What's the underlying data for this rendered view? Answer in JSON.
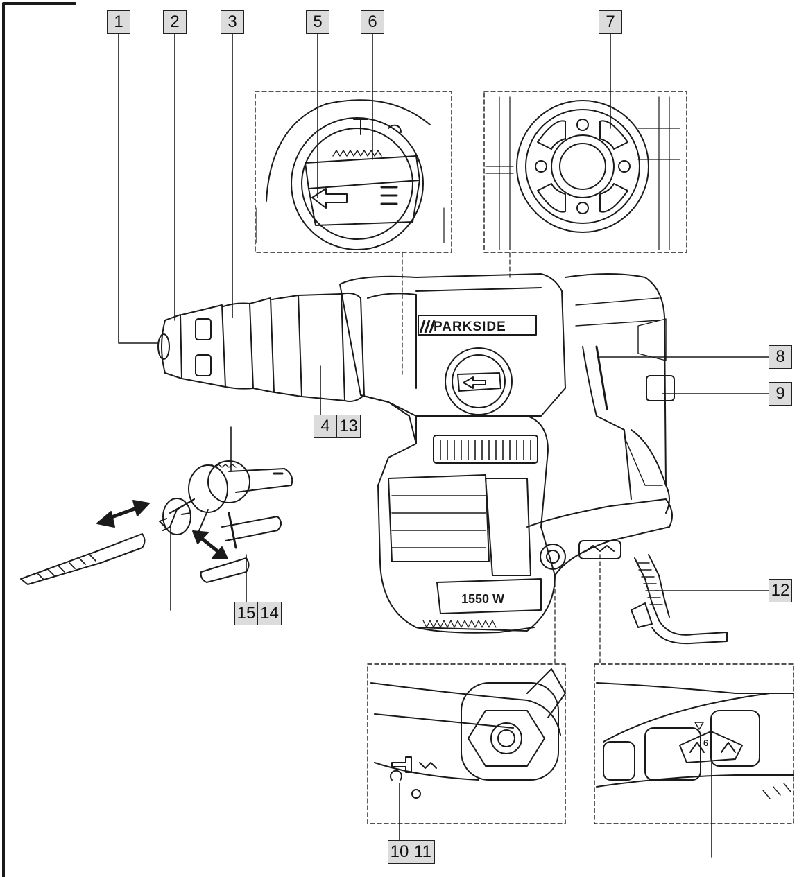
{
  "figure": {
    "brand": "PARKSIDE",
    "wattage": "1550 W",
    "callouts": [
      {
        "id": "c1",
        "cells": [
          "1"
        ]
      },
      {
        "id": "c2",
        "cells": [
          "2"
        ]
      },
      {
        "id": "c3",
        "cells": [
          "3"
        ]
      },
      {
        "id": "c5",
        "cells": [
          "5"
        ]
      },
      {
        "id": "c6",
        "cells": [
          "6"
        ]
      },
      {
        "id": "c7",
        "cells": [
          "7"
        ]
      },
      {
        "id": "c8",
        "cells": [
          "8"
        ]
      },
      {
        "id": "c9",
        "cells": [
          "9"
        ]
      },
      {
        "id": "c4-13",
        "cells": [
          "4",
          "13"
        ]
      },
      {
        "id": "c12",
        "cells": [
          "12"
        ]
      },
      {
        "id": "c15-14",
        "cells": [
          "15",
          "14"
        ]
      },
      {
        "id": "c10-11",
        "cells": [
          "10",
          "11"
        ]
      }
    ],
    "speed_dial_mark": "6"
  }
}
